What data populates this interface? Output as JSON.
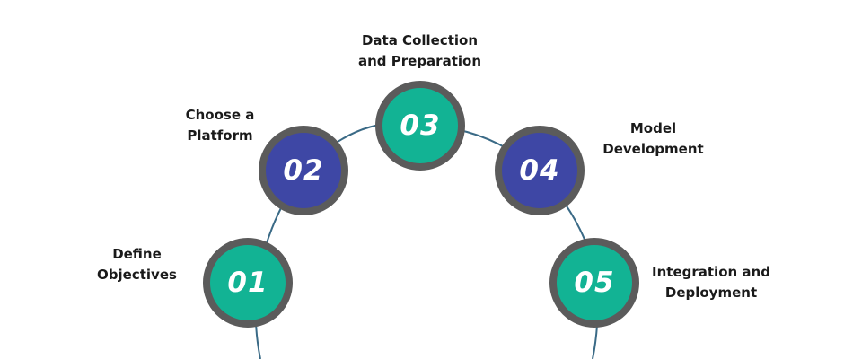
{
  "colors": {
    "teal": "#12b394",
    "indigo": "#3e47a5",
    "ring": "#5b5b5b",
    "arc": "#3a6a86"
  },
  "steps": [
    {
      "number": "01",
      "label_line1": "Define",
      "label_line2": "Objectives",
      "color": "#12b394"
    },
    {
      "number": "02",
      "label_line1": "Choose a",
      "label_line2": "Platform",
      "color": "#3e47a5"
    },
    {
      "number": "03",
      "label_line1": "Data Collection",
      "label_line2": "and Preparation",
      "color": "#12b394"
    },
    {
      "number": "04",
      "label_line1": "Model",
      "label_line2": "Development",
      "color": "#3e47a5"
    },
    {
      "number": "05",
      "label_line1": "Integration and",
      "label_line2": "Deployment",
      "color": "#12b394"
    }
  ]
}
